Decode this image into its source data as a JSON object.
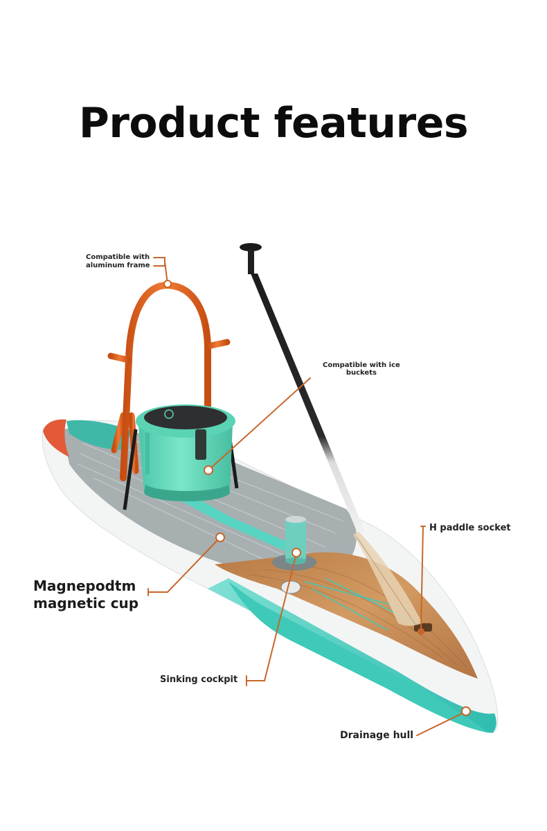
{
  "title": "Product features",
  "callouts": {
    "frame": {
      "line1": "Compatible with",
      "line2": "aluminum frame"
    },
    "ice_bucket": {
      "line1": "Compatible with ice",
      "line2": "buckets"
    },
    "paddle_socket": "H paddle socket",
    "magnetic_cup": {
      "line1": "Magnepodtm",
      "line2": "magnetic cup"
    },
    "sinking_cockpit": "Sinking cockpit",
    "drainage_hull": "Drainage hull"
  },
  "colors": {
    "callout_orange": "#c8662a",
    "board_teal": "#3fc9b8",
    "bucket_mint": "#5ed6b8",
    "frame_orange": "#e0621f",
    "wood": "#c98a52",
    "deck_grey": "#9aa1a3"
  }
}
